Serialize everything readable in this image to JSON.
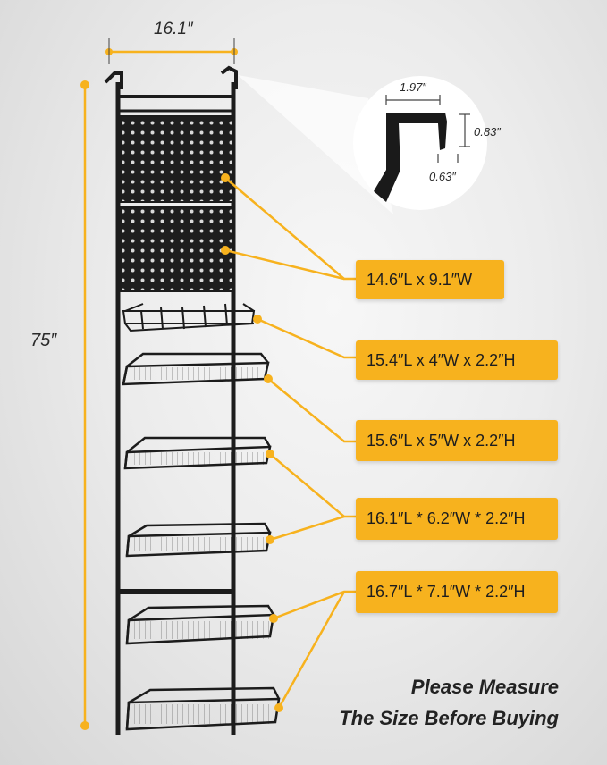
{
  "dimensions": {
    "width": "16.1″",
    "height": "75″"
  },
  "hook": {
    "top_width": "1.97″",
    "depth": "0.83″",
    "gap": "0.63″"
  },
  "labels": [
    "14.6″L x 9.1″W",
    "15.4″L x 4″W x 2.2″H",
    "15.6″L x 5″W x 2.2″H",
    "16.1″L * 6.2″W * 2.2″H",
    "16.7″L * 7.1″W * 2.2″H"
  ],
  "headline": {
    "line1": "Please Measure",
    "line2": "The Size Before Buying"
  },
  "colors": {
    "accent": "#f7b21e",
    "rack": "#1c1c1c"
  }
}
